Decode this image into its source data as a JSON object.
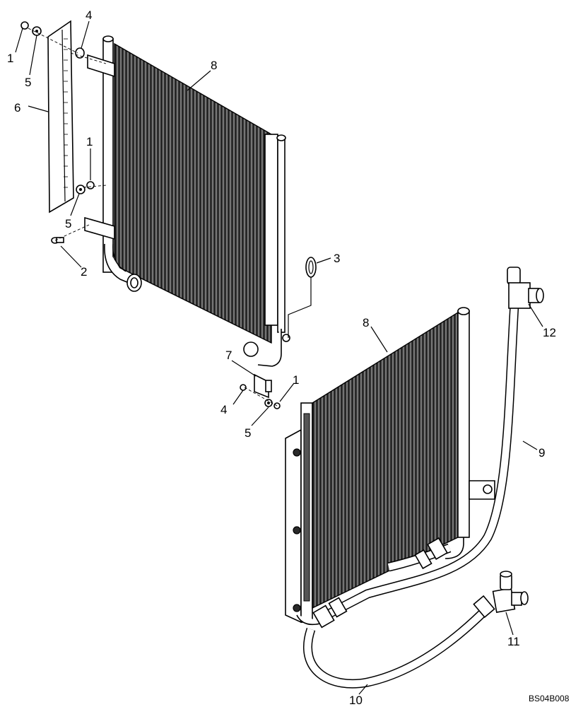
{
  "figure_id": "BS04B008",
  "callouts": {
    "c1a": "1",
    "c1b": "1",
    "c1c": "1",
    "c2": "2",
    "c3": "3",
    "c4a": "4",
    "c4b": "4",
    "c5a": "5",
    "c5b": "5",
    "c5c": "5",
    "c6": "6",
    "c7": "7",
    "c8a": "8",
    "c8b": "8",
    "c9": "9",
    "c10": "10",
    "c11": "11",
    "c12": "12"
  }
}
